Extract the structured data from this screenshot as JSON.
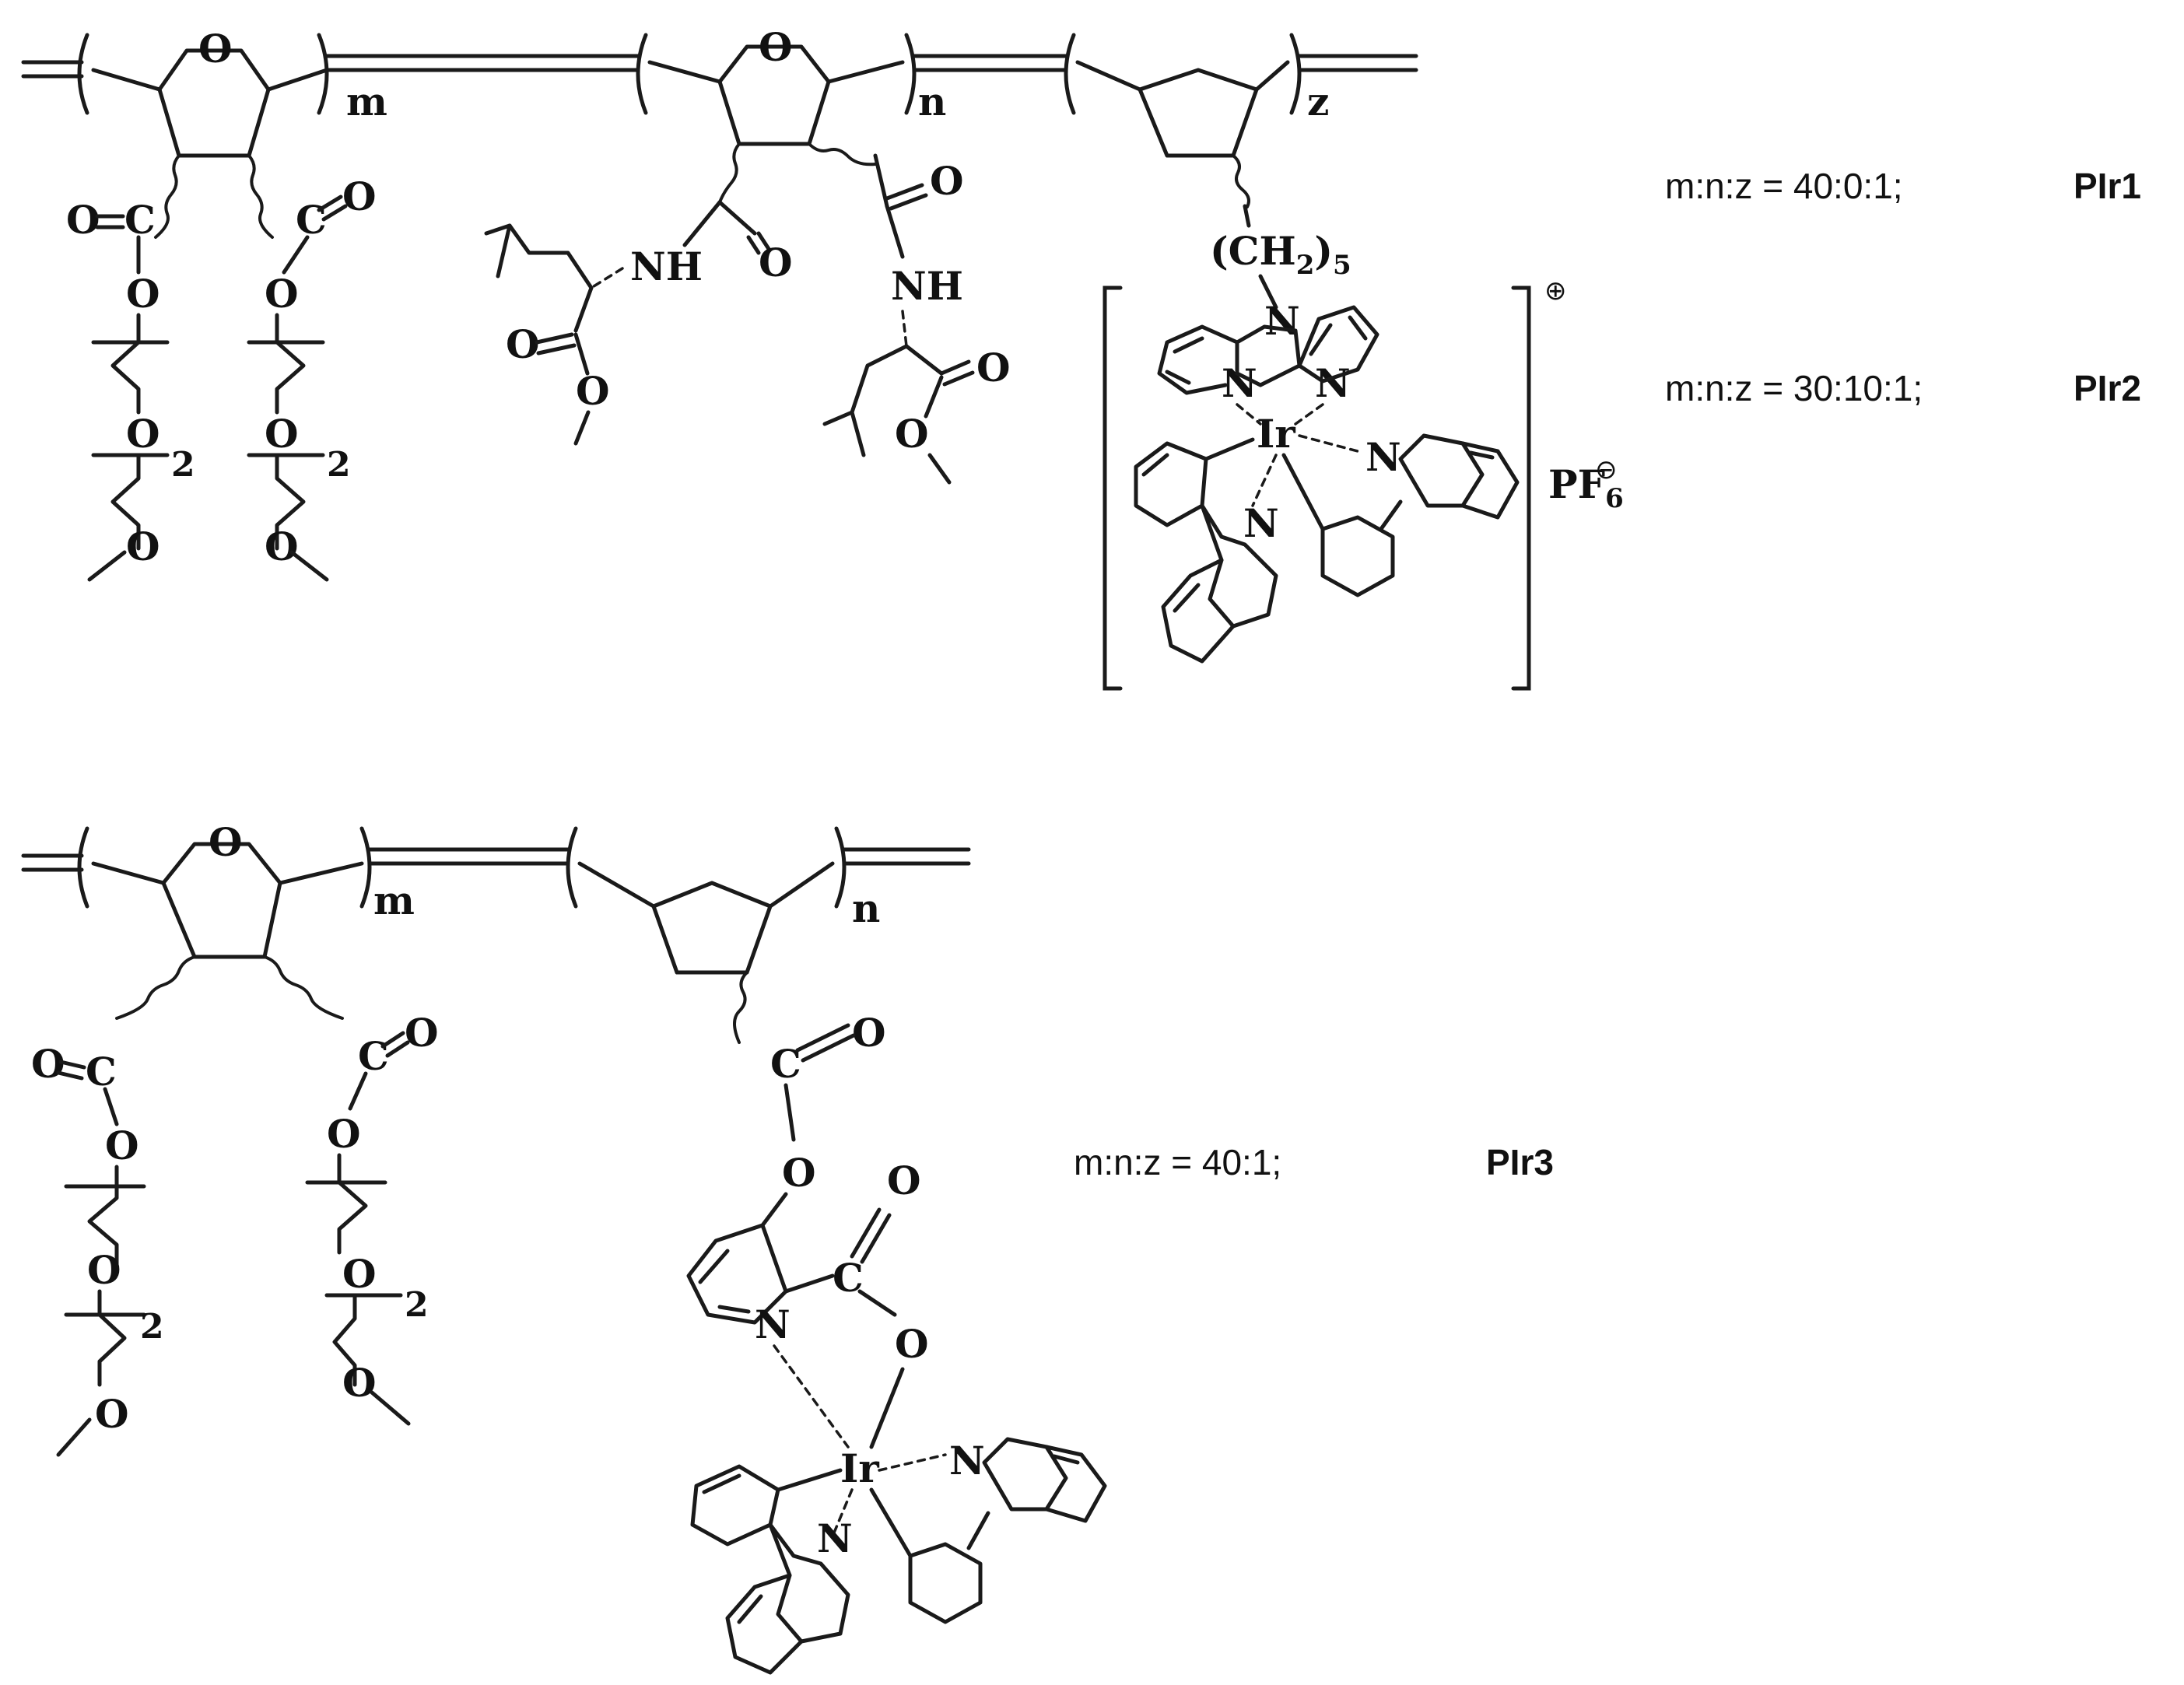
{
  "polymer_top": {
    "repeat_labels": {
      "m": "m",
      "n": "n",
      "z": "z"
    },
    "atoms": {
      "o": "O",
      "c": "C",
      "nh": "NH",
      "n": "N",
      "ir": "Ir"
    },
    "spacer": {
      "ch2": "(CH",
      "sub2": "2",
      "close": ")",
      "sub5": "5"
    },
    "peg_repeat": "2",
    "counterion": {
      "pf": "PF",
      "sub6": "6",
      "minus": "⊖"
    },
    "plus_charge": "⊕"
  },
  "polymer_bottom": {
    "repeat_labels": {
      "m": "m",
      "n": "n"
    },
    "peg_repeat": "2"
  },
  "compounds": [
    {
      "ratio": "m:n:z = 40:0:1;",
      "name": "PIr1"
    },
    {
      "ratio": "m:n:z = 30:10:1;",
      "name": "PIr2"
    },
    {
      "ratio": "m:n:z = 40:1;",
      "name": "PIr3"
    }
  ]
}
